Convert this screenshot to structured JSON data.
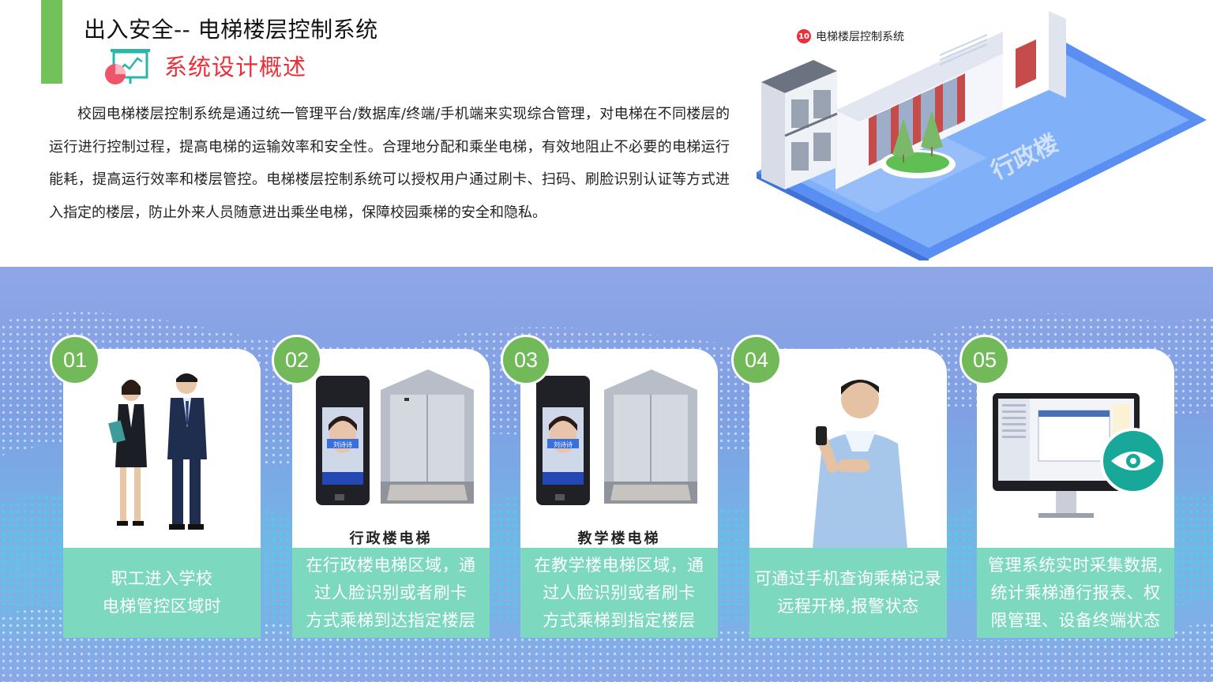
{
  "header": {
    "title": "出入安全-- 电梯楼层控制系统",
    "subtitle": "系统设计概述",
    "subtitle_icon": "presentation-chart-icon"
  },
  "intro": {
    "text": "校园电梯楼层控制系统是通过统一管理平台/数据库/终端/手机端来实现综合管理，对电梯在不同楼层的运行进行控制过程，提高电梯的运输效率和安全性。合理地分配和乘坐电梯，有效地阻止不必要的电梯运行能耗，提高运行效率和楼层管控。电梯楼层控制系统可以授权用户通过刷卡、扫码、刷脸识别认证等方式进入指定的楼层，防止外来人员随意进出乘坐电梯，保障校园乘梯的安全和隐私。"
  },
  "building": {
    "badge": "10",
    "caption": "电梯楼层控制系统",
    "label": "行政楼"
  },
  "colors": {
    "accent_green": "#72c15a",
    "title_red": "#e8303a",
    "caption_teal": "#7dd8c0",
    "badge_green": "#72b95a",
    "banner_blue": "#7fa0e4"
  },
  "cards": [
    {
      "number": "01",
      "image": "two-employees-walking",
      "label": "",
      "caption_lines": [
        "职工进入学校",
        "电梯管控区域时"
      ]
    },
    {
      "number": "02",
      "image": "face-terminal-and-elevator",
      "label": "行政楼电梯",
      "screen_name": "刘诗诗",
      "caption_lines": [
        "在行政楼电梯区域，通",
        "过人脸识别或者刷卡",
        "方式乘梯到达指定楼层"
      ]
    },
    {
      "number": "03",
      "image": "face-terminal-and-elevator",
      "label": "教学楼电梯",
      "screen_name": "刘诗诗",
      "caption_lines": [
        "在教学楼电梯区域，通",
        "过人脸识别或者刷卡",
        "方式乘梯到指定楼层"
      ]
    },
    {
      "number": "04",
      "image": "man-using-phone",
      "label": "",
      "caption_lines": [
        "可通过手机查询乘梯记录",
        "远程开梯,报警状态"
      ]
    },
    {
      "number": "05",
      "image": "monitor-with-eye-icon",
      "label": "",
      "caption_lines": [
        "管理系统实时采集数据,",
        "统计乘梯通行报表、权",
        "限管理、设备终端状态"
      ]
    }
  ]
}
